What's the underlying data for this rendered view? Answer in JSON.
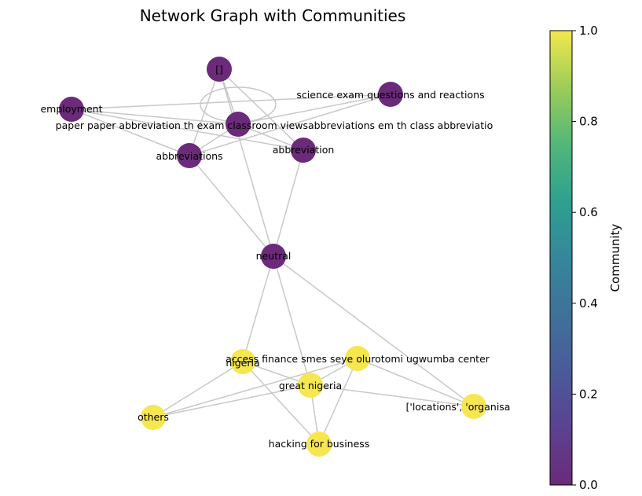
{
  "title": "Network Graph with Communities",
  "chart_data": {
    "type": "network",
    "nodes": [
      {
        "id": "brackets",
        "label": "[]",
        "community": 0
      },
      {
        "id": "science",
        "label": "science exam questions and reactions",
        "community": 0
      },
      {
        "id": "employment",
        "label": "employment",
        "community": 0
      },
      {
        "id": "paper",
        "label": "paper paper abbreviation th exam classroom viewsabbreviations em th class abbreviatio",
        "community": 0
      },
      {
        "id": "abbreviations",
        "label": "abbreviations",
        "community": 0
      },
      {
        "id": "abbreviation",
        "label": "abbreviation",
        "community": 0
      },
      {
        "id": "neutral",
        "label": "neutral",
        "community": 0
      },
      {
        "id": "nigeria",
        "label": "nigeria",
        "community": 1
      },
      {
        "id": "access",
        "label": "access finance smes seye olurotomi ugwumba center",
        "community": 1
      },
      {
        "id": "great",
        "label": "great nigeria",
        "community": 1
      },
      {
        "id": "others",
        "label": "others",
        "community": 1
      },
      {
        "id": "locations",
        "label": "['locations', 'organisa",
        "community": 1
      },
      {
        "id": "hacking",
        "label": "hacking for business",
        "community": 1
      }
    ],
    "edges": [
      [
        "brackets",
        "paper"
      ],
      [
        "brackets",
        "abbreviations"
      ],
      [
        "brackets",
        "abbreviation"
      ],
      [
        "brackets",
        "neutral"
      ],
      [
        "paper",
        "paper"
      ],
      [
        "employment",
        "paper"
      ],
      [
        "employment",
        "abbreviations"
      ],
      [
        "employment",
        "abbreviation"
      ],
      [
        "science",
        "paper"
      ],
      [
        "science",
        "abbreviations"
      ],
      [
        "science",
        "employment"
      ],
      [
        "paper",
        "abbreviations"
      ],
      [
        "paper",
        "abbreviation"
      ],
      [
        "abbreviations",
        "neutral"
      ],
      [
        "abbreviation",
        "neutral"
      ],
      [
        "neutral",
        "nigeria"
      ],
      [
        "neutral",
        "great"
      ],
      [
        "neutral",
        "locations"
      ],
      [
        "nigeria",
        "great"
      ],
      [
        "nigeria",
        "others"
      ],
      [
        "nigeria",
        "hacking"
      ],
      [
        "access",
        "others"
      ],
      [
        "access",
        "great"
      ],
      [
        "access",
        "hacking"
      ],
      [
        "access",
        "locations"
      ],
      [
        "great",
        "others"
      ],
      [
        "great",
        "hacking"
      ],
      [
        "great",
        "locations"
      ]
    ],
    "colorbar": {
      "label": "Community",
      "ticks": [
        "0.0",
        "0.2",
        "0.4",
        "0.6",
        "0.8",
        "1.0"
      ],
      "colormap": "viridis",
      "min": 0.0,
      "max": 1.0
    },
    "community_colors": {
      "0": "#6b2a7a",
      "1": "#f6e650"
    }
  }
}
